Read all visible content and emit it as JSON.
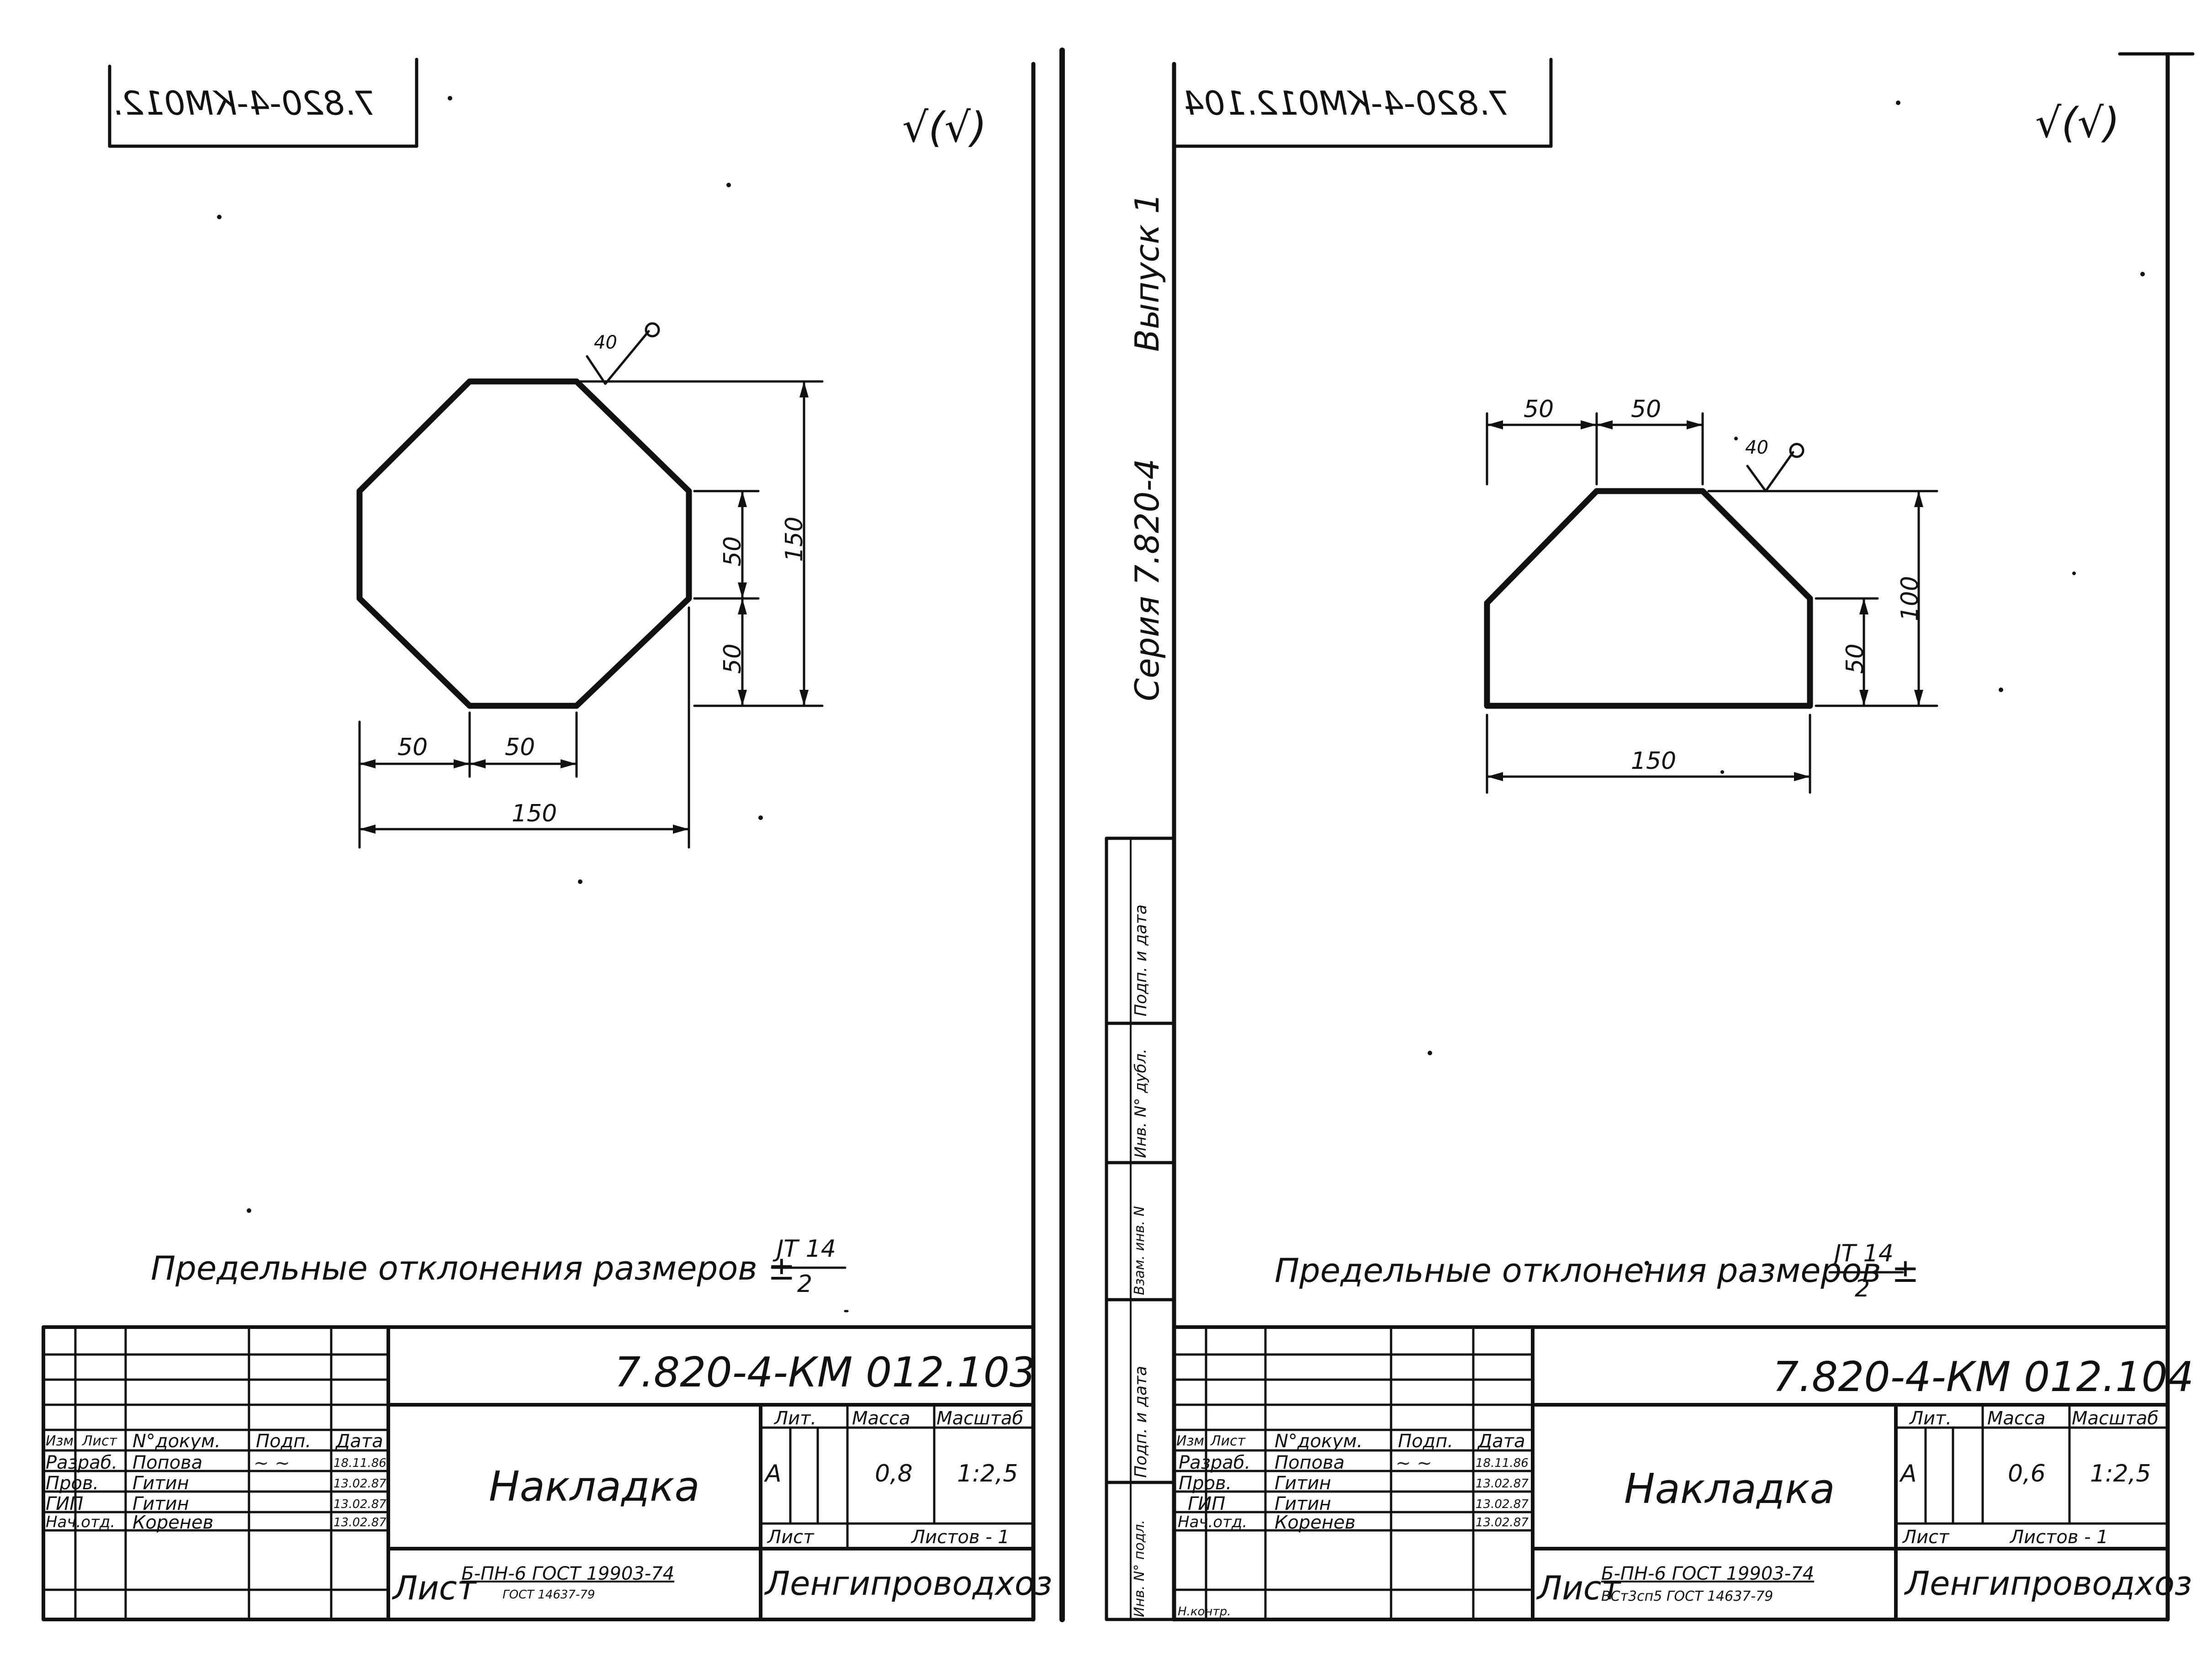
{
  "sheets": [
    {
      "corner_code": "7.820-4-КМ012.",
      "roughness": "√(√)",
      "roughness_note": "40",
      "dims": {
        "d1": "50",
        "d2": "50",
        "d3": "150",
        "v1": "50",
        "v2": "50",
        "v3": "150"
      },
      "tolerance": "Предельные отклонения размеров ±",
      "tol_num": "JT 14",
      "tol_den": "2",
      "code": "7.820-4-КМ 012.103",
      "title": "Накладка",
      "lit_hdr": "Лит.",
      "mass_hdr": "Масса",
      "scale_hdr": "Масштаб",
      "lit": "А",
      "mass": "0,8",
      "scale": "1:2,5",
      "sheet_lbl": "Лист",
      "sheets_lbl": "Листов - 1",
      "material_prefix": "Лист",
      "material_top": "Б-ПН-6 ГОСТ 19903-74",
      "material_bottom": "ГОСТ 14637-79",
      "org": "Ленгипроводхоз",
      "roles": [
        "Разраб.",
        "Пров.",
        "ГИП",
        "Нач.отд."
      ],
      "names": [
        "Попова",
        "Гитин",
        "Гитин",
        "Коренев"
      ],
      "dates": [
        "18.11.86",
        "13.02.87",
        "13.02.87",
        "13.02.87"
      ],
      "hdr": {
        "izm": "Изм.",
        "list": "Лист",
        "doc": "N°докум.",
        "sign": "Подп.",
        "date": "Дата"
      }
    },
    {
      "corner_code": "7.820-4-КМ012.104",
      "roughness": "√(√)",
      "roughness_note": "40",
      "dims": {
        "d1": "50",
        "d2": "50",
        "d3": "150",
        "v1": "50",
        "v2": "100"
      },
      "tolerance": "Предельные отклонения размеров ±",
      "tol_num": "JT 14",
      "tol_den": "2",
      "code": "7.820-4-КМ 012.104",
      "title": "Накладка",
      "lit_hdr": "Лит.",
      "mass_hdr": "Масса",
      "scale_hdr": "Масштаб",
      "lit": "А",
      "mass": "0,6",
      "scale": "1:2,5",
      "sheet_lbl": "Лист",
      "sheets_lbl": "Листов - 1",
      "material_prefix": "Лист",
      "material_top": "Б-ПН-6 ГОСТ 19903-74",
      "material_bottom": "ВСт3сп5 ГОСТ 14637-79",
      "org": "Ленгипроводхоз",
      "roles": [
        "Разраб.",
        "Пров.",
        "ГИП",
        "Нач.отд.",
        "Н.контр."
      ],
      "names": [
        "Попова",
        "Гитин",
        "Гитин",
        "Коренев"
      ],
      "dates": [
        "18.11.86",
        "13.02.87",
        "13.02.87",
        "13.02.87"
      ],
      "hdr": {
        "izm": "Изм.",
        "list": "Лист",
        "doc": "N°докум.",
        "sign": "Подп.",
        "date": "Дата"
      }
    }
  ],
  "margin": {
    "series": "Серия 7.820-4",
    "issue": "Выпуск 1",
    "fields": [
      "Подп. и дата",
      "Инв. N° дубл.",
      "Взам. инв. N",
      "Подп. и дата",
      "Инв. N° подл."
    ]
  }
}
